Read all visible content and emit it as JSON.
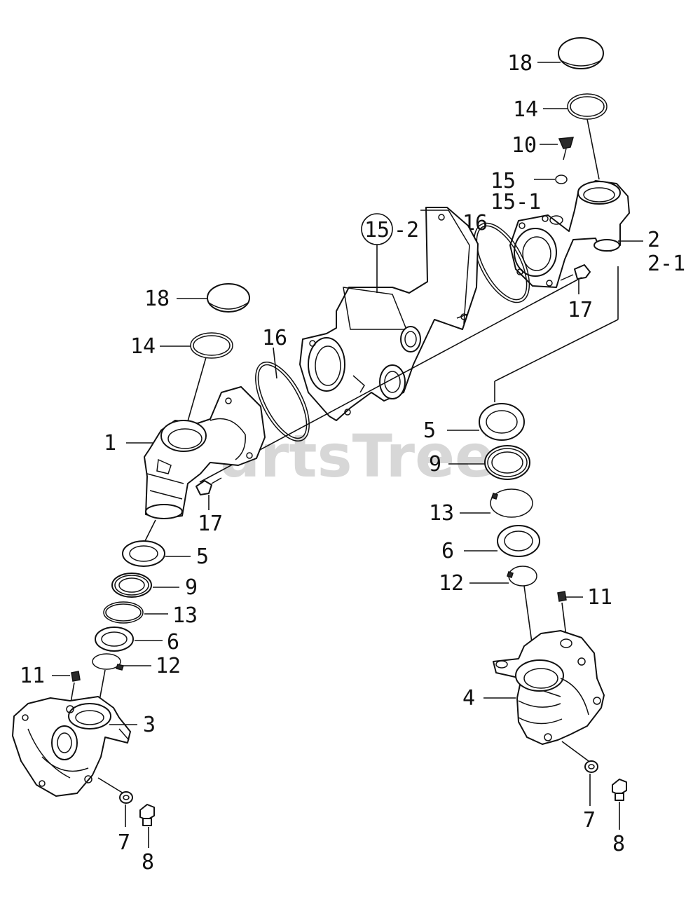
{
  "watermark": {
    "text": "PartsTree",
    "tm": "™"
  },
  "labels": {
    "l_18_top": "18",
    "l_14_top": "14",
    "l_10": "10",
    "l_15": "15",
    "l_15_1": "15-1",
    "l_16_right": "16",
    "l_15_2_circle": "15",
    "l_15_2_suffix": "-2",
    "l_2": "2",
    "l_2_1": "2-1",
    "l_17_right": "17",
    "l_18_left": "18",
    "l_14_left": "14",
    "l_16_left": "16",
    "l_1": "1",
    "l_17_left": "17",
    "l_5_right": "5",
    "l_9_right": "9",
    "l_13_right": "13",
    "l_6_right": "6",
    "l_12_right": "12",
    "l_11_right": "11",
    "l_4": "4",
    "l_7_right": "7",
    "l_8_right": "8",
    "l_5_left": "5",
    "l_9_left": "9",
    "l_13_left": "13",
    "l_6_left": "6",
    "l_12_left": "12",
    "l_11_left": "11",
    "l_3": "3",
    "l_7_left": "7",
    "l_8_left": "8"
  }
}
